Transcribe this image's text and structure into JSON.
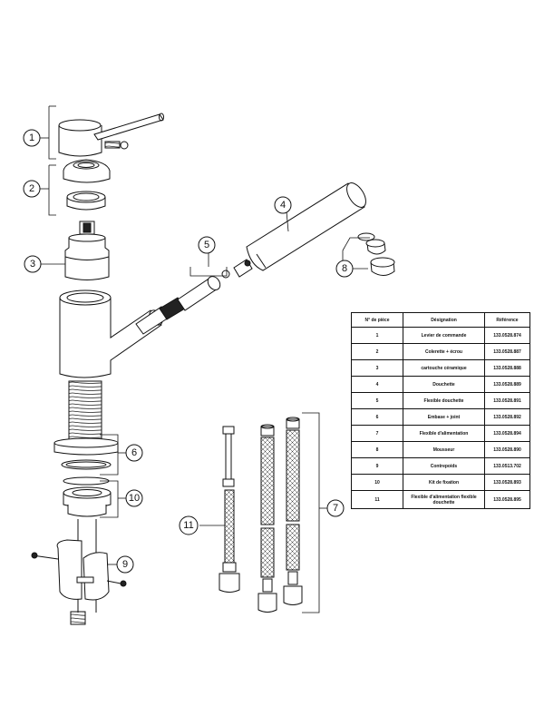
{
  "callouts": [
    "1",
    "2",
    "3",
    "4",
    "5",
    "6",
    "7",
    "8",
    "9",
    "10",
    "11"
  ],
  "table": {
    "headers": [
      "N° de pièce",
      "Désignation",
      "Référence"
    ],
    "rows": [
      {
        "num": "1",
        "designation": "Levier de commande",
        "reference": "133.0528.874"
      },
      {
        "num": "2",
        "designation": "Colerette + écrou",
        "reference": "133.0528.887"
      },
      {
        "num": "3",
        "designation": "cartouche céramique",
        "reference": "133.0528.888"
      },
      {
        "num": "4",
        "designation": "Douchette",
        "reference": "133.0528.889"
      },
      {
        "num": "5",
        "designation": "Flexible douchette",
        "reference": "133.0528.891"
      },
      {
        "num": "6",
        "designation": "Embase + joint",
        "reference": "133.0528.892"
      },
      {
        "num": "7",
        "designation": "Flexible d'alimentation",
        "reference": "133.0528.894"
      },
      {
        "num": "8",
        "designation": "Mousseur",
        "reference": "133.0528.890"
      },
      {
        "num": "9",
        "designation": "Contrepoids",
        "reference": "133.0513.702"
      },
      {
        "num": "10",
        "designation": "Kit de fixation",
        "reference": "133.0528.893"
      },
      {
        "num": "11",
        "designation": "Flexible d'alimentation flexible douchette",
        "reference": "133.0528.895"
      }
    ]
  }
}
